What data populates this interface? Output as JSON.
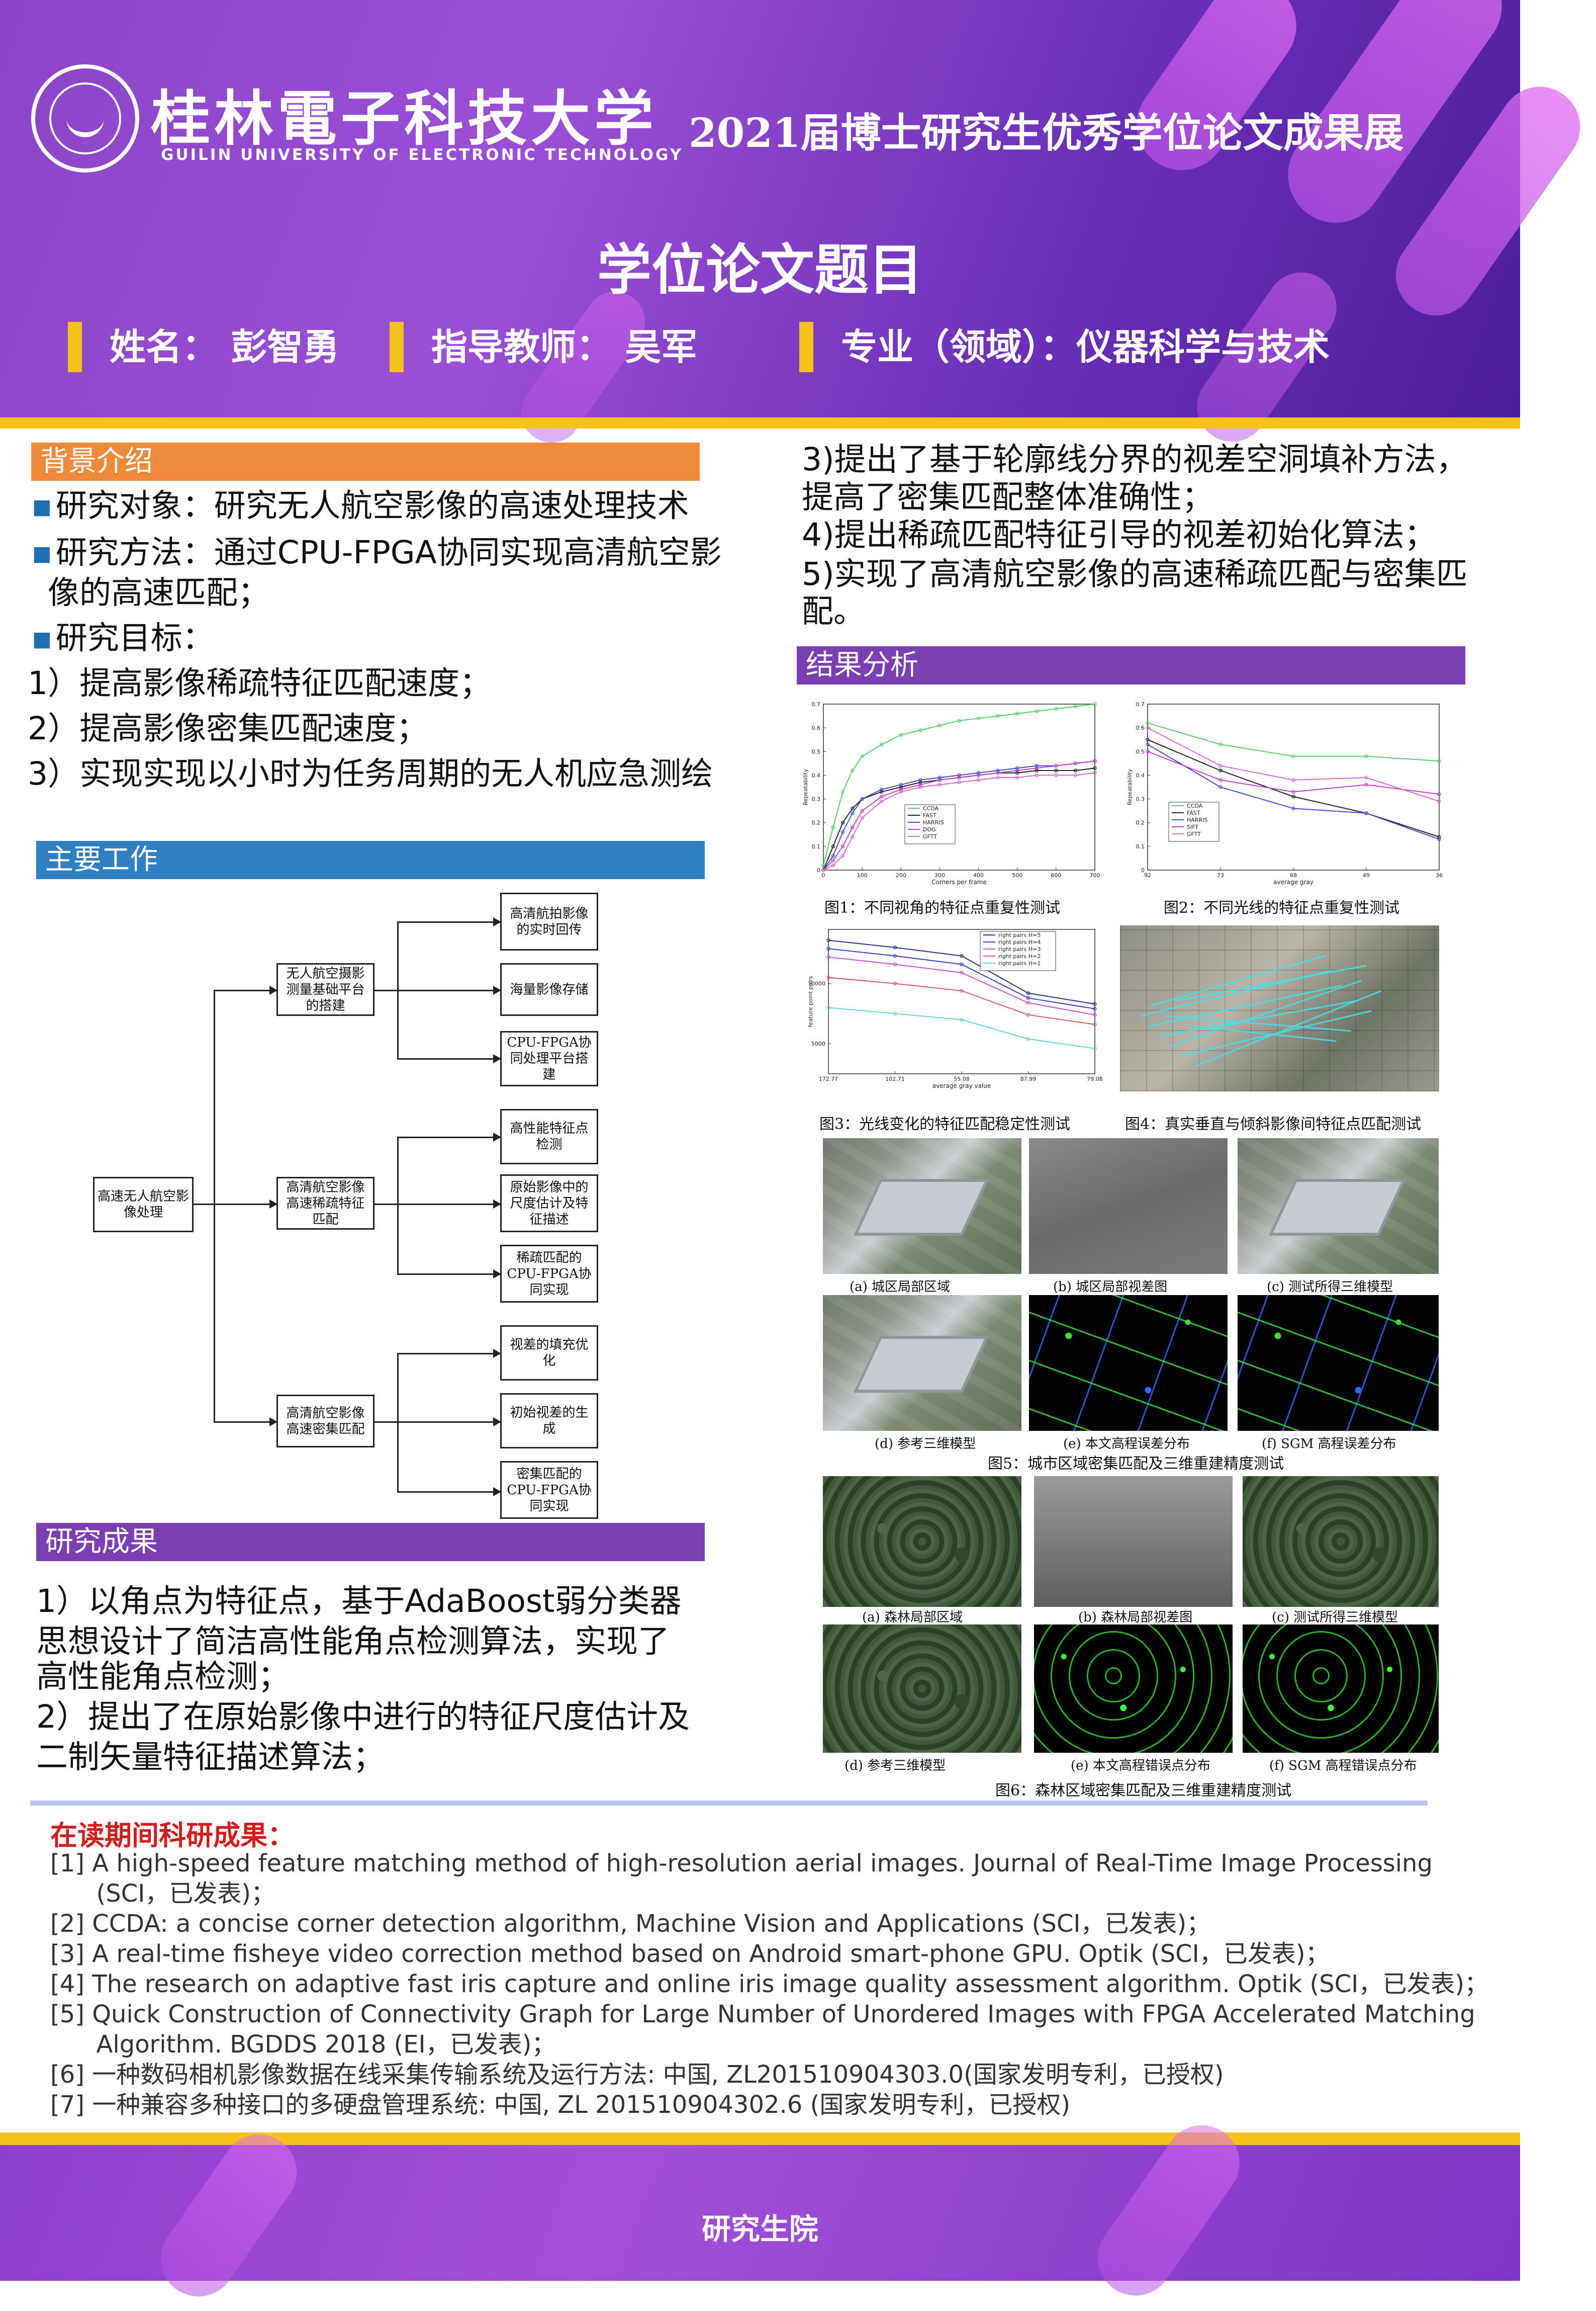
{
  "header": {
    "university_cn": "桂林電子科技大学",
    "university_en": "GUILIN UNIVERSITY OF ELECTRONIC TECHNOLOGY",
    "expo_title": "2021届博士研究生优秀学位论文成果展",
    "thesis_title": "学位论文题目",
    "name": "姓名：  彭智勇",
    "advisor": "指导教师：  吴军",
    "major": "专业（领域）：仪器科学与技术",
    "colors": {
      "purple": "#8a45c8",
      "yellow_bar": "#f5c21b"
    }
  },
  "background": {
    "title": "背景介绍",
    "lines": [
      "研究对象：研究无人航空影像的高速处理技术",
      "研究方法：通过CPU-FPGA协同实现高清航空影",
      "像的高速匹配；",
      "研究目标：",
      "1）提高影像稀疏特征匹配速度；",
      "2）提高影像密集匹配速度；",
      "3）实现实现以小时为任务周期的无人机应急测绘"
    ]
  },
  "main_work": {
    "title": "主要工作",
    "root": "高速无人航空影像处理",
    "branches": [
      {
        "label": "无人航空摄影测量基础平台的搭建",
        "leaves": [
          "高清航拍影像的实时回传",
          "海量影像存储",
          "CPU-FPGA协同处理平台搭建"
        ]
      },
      {
        "label": "高清航空影像高速稀疏特征匹配",
        "leaves": [
          "高性能特征点检测",
          "原始影像中的尺度估计及特征描述",
          "稀疏匹配的CPU-FPGA协同实现"
        ]
      },
      {
        "label": "高清航空影像高速密集匹配",
        "leaves": [
          "视差的填充优化",
          "初始视差的生成",
          "密集匹配的CPU-FPGA协同实现"
        ]
      }
    ]
  },
  "results": {
    "title": "研究成果",
    "lines": [
      "1）以角点为特征点，基于AdaBoost弱分类器",
      "思想设计了简洁高性能角点检测算法，实现了",
      "高性能角点检测；",
      "2）提出了在原始影像中进行的特征尺度估计及",
      "二制矢量特征描述算法；"
    ],
    "right_lines": [
      "3)提出了基于轮廓线分界的视差空洞填补方法，",
      "提高了密集匹配整体准确性；",
      "4)提出稀疏匹配特征引导的视差初始化算法；",
      "5)实现了高清航空影像的高速稀疏匹配与密集匹",
      "配。"
    ]
  },
  "analysis": {
    "title": "结果分析",
    "fig1_caption": "图1：不同视角的特征点重复性测试",
    "fig2_caption": "图2：不同光线的特征点重复性测试",
    "fig3_caption": "图3：光线变化的特征匹配稳定性测试",
    "fig4_caption": "图4：真实垂直与倾斜影像间特征点匹配测试",
    "fig5_caption": "图5：城市区域密集匹配及三维重建精度测试",
    "fig6_caption": "图6：森林区域密集匹配及三维重建精度测试",
    "fig5_panels": [
      "(a)  城区局部区域",
      "(b)  城区局部视差图",
      "(c)  测试所得三维模型",
      "(d)  参考三维模型",
      "(e)  本文高程误差分布",
      "(f) SGM 高程误差分布"
    ],
    "fig6_panels": [
      "(a)  森林局部区域",
      "(b)  森林局部视差图",
      "(c)  测试所得三维模型",
      "(d)  参考三维模型",
      "(e)  本文高程错误点分布",
      "(f) SGM 高程错误点分布"
    ]
  },
  "chart_data": [
    {
      "type": "line",
      "title": "",
      "xlabel": "Corners per frame",
      "ylabel": "Repeatability",
      "xlim": [
        0,
        700
      ],
      "ylim": [
        0,
        0.7
      ],
      "x_ticks": [
        0,
        100,
        200,
        300,
        400,
        500,
        600,
        700
      ],
      "y_ticks": [
        0,
        0.1,
        0.2,
        0.3,
        0.4,
        0.5,
        0.6,
        0.7
      ],
      "x": [
        0,
        25,
        50,
        75,
        100,
        150,
        200,
        250,
        300,
        350,
        400,
        450,
        500,
        550,
        600,
        650,
        700
      ],
      "series": [
        {
          "name": "CCDA",
          "color": "#55d16b",
          "values": [
            0.02,
            0.18,
            0.33,
            0.42,
            0.48,
            0.53,
            0.57,
            0.59,
            0.61,
            0.63,
            0.64,
            0.65,
            0.66,
            0.67,
            0.68,
            0.69,
            0.7
          ]
        },
        {
          "name": "FAST",
          "color": "#222222",
          "values": [
            0.0,
            0.1,
            0.2,
            0.26,
            0.3,
            0.33,
            0.35,
            0.37,
            0.38,
            0.39,
            0.4,
            0.41,
            0.41,
            0.42,
            0.42,
            0.42,
            0.43
          ]
        },
        {
          "name": "HARRIS",
          "color": "#3c4fd8",
          "values": [
            0.0,
            0.06,
            0.16,
            0.24,
            0.3,
            0.34,
            0.36,
            0.38,
            0.39,
            0.4,
            0.41,
            0.42,
            0.43,
            0.44,
            0.44,
            0.45,
            0.46
          ]
        },
        {
          "name": "DOG",
          "color": "#c93cc9",
          "values": [
            0.0,
            0.04,
            0.1,
            0.18,
            0.25,
            0.31,
            0.34,
            0.36,
            0.38,
            0.39,
            0.4,
            0.41,
            0.42,
            0.43,
            0.44,
            0.45,
            0.46
          ]
        },
        {
          "name": "GFTT",
          "color": "#d66ad6",
          "values": [
            0.0,
            0.02,
            0.06,
            0.14,
            0.22,
            0.29,
            0.33,
            0.35,
            0.36,
            0.37,
            0.38,
            0.39,
            0.39,
            0.4,
            0.4,
            0.4,
            0.41
          ]
        }
      ]
    },
    {
      "type": "line",
      "title": "",
      "xlabel": "average gray",
      "ylabel": "Repeatability",
      "ylim": [
        0,
        0.7
      ],
      "y_ticks": [
        0,
        0.1,
        0.2,
        0.3,
        0.4,
        0.5,
        0.6,
        0.7
      ],
      "categories": [
        "92",
        "73",
        "68",
        "49",
        "36"
      ],
      "series": [
        {
          "name": "CCDA",
          "color": "#55d16b",
          "values": [
            0.62,
            0.53,
            0.48,
            0.48,
            0.46
          ]
        },
        {
          "name": "FAST",
          "color": "#222222",
          "values": [
            0.55,
            0.42,
            0.31,
            0.24,
            0.14
          ]
        },
        {
          "name": "HARRIS",
          "color": "#3c4fd8",
          "values": [
            0.53,
            0.35,
            0.26,
            0.24,
            0.13
          ]
        },
        {
          "name": "SIFT",
          "color": "#c93cc9",
          "values": [
            0.5,
            0.38,
            0.33,
            0.36,
            0.32
          ]
        },
        {
          "name": "GFTT",
          "color": "#d66ad6",
          "values": [
            0.6,
            0.44,
            0.38,
            0.39,
            0.29
          ]
        }
      ]
    },
    {
      "type": "line",
      "title": "",
      "xlabel": "average gray value",
      "ylabel": "feature point pairs",
      "categories": [
        "172.77",
        "102.71",
        "55.08",
        "87.99",
        "79.08"
      ],
      "y_ticks": [
        5000,
        10000
      ],
      "ylim": [
        2500,
        14500
      ],
      "series": [
        {
          "name": "right pairs H=5",
          "color": "#2b2e8f",
          "values": [
            13600,
            13000,
            12300,
            9200,
            8300
          ]
        },
        {
          "name": "right pairs H=4",
          "color": "#3b3bd6",
          "values": [
            12900,
            12300,
            11600,
            8800,
            7900
          ]
        },
        {
          "name": "right pairs H=3",
          "color": "#d04fd0",
          "values": [
            12200,
            11600,
            10900,
            8400,
            7400
          ]
        },
        {
          "name": "right pairs H=2",
          "color": "#e0586a",
          "values": [
            10500,
            10000,
            9400,
            7400,
            6600
          ]
        },
        {
          "name": "right pairs H=1",
          "color": "#5fd6e0",
          "values": [
            8000,
            7500,
            7000,
            5400,
            4600
          ]
        }
      ]
    }
  ],
  "publications": {
    "title": "在读期间科研成果：",
    "items": [
      "[1] A high-speed feature matching method of high-resolution aerial images. Journal of Real-Time Image Processing",
      "      (SCI，已发表)；",
      "[2] CCDA: a concise corner detection algorithm, Machine Vision and Applications (SCI，已发表)；",
      "[3] A real-time fisheye video correction method based on Android smart-phone GPU. Optik (SCI，已发表)；",
      "[4] The research on adaptive fast iris capture and online iris image quality assessment algorithm. Optik (SCI，已发表)；",
      "[5] Quick Construction of Connectivity Graph for Large Number of Unordered Images with FPGA Accelerated Matching",
      "      Algorithm. BGDDS 2018 (EI，已发表)；",
      "[6] 一种数码相机影像数据在线采集传输系统及运行方法: 中国, ZL201510904303.0(国家发明专利，已授权)",
      "[7] 一种兼容多种接口的多硬盘管理系统: 中国, ZL 201510904302.6 (国家发明专利，已授权)"
    ]
  },
  "footer": {
    "text": "研究生院"
  }
}
